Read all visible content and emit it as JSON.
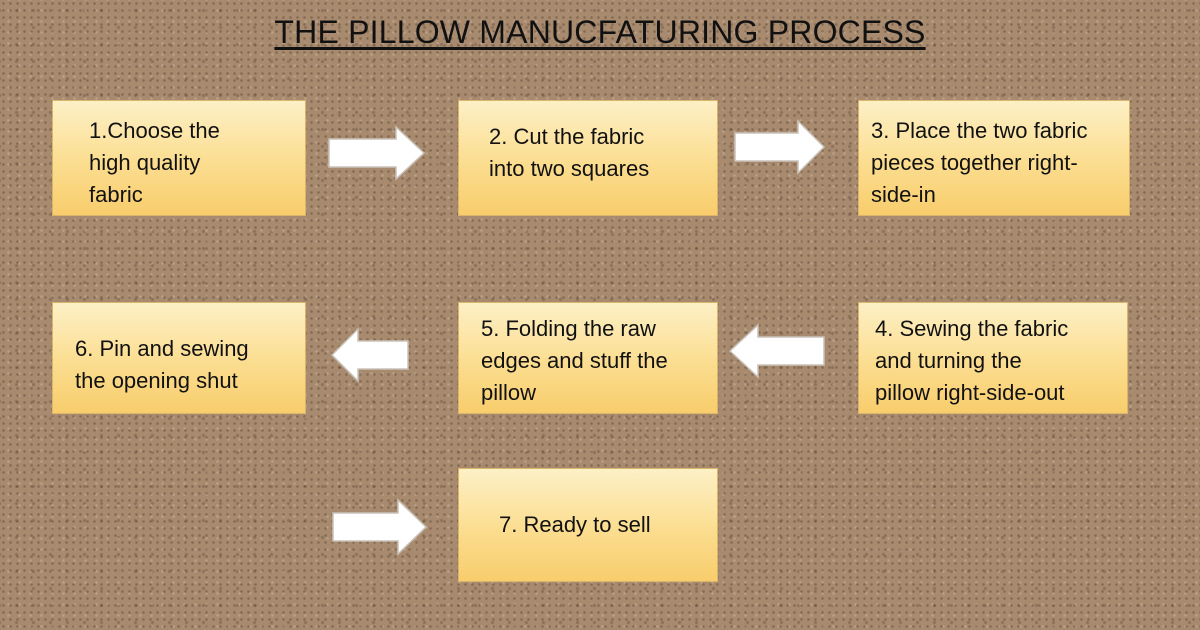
{
  "title": "THE PILLOW MANUCFATURING PROCESS",
  "steps": [
    {
      "lines": [
        "1.Choose the",
        "high quality",
        "fabric"
      ]
    },
    {
      "lines": [
        "2. Cut the fabric",
        "into two squares"
      ]
    },
    {
      "lines": [
        "3. Place the two fabric",
        "pieces together right-",
        "side-in"
      ]
    },
    {
      "lines": [
        "4. Sewing the fabric",
        "and turning the",
        "pillow right-side-out"
      ]
    },
    {
      "lines": [
        "5. Folding the raw",
        "edges and stuff the",
        "pillow"
      ]
    },
    {
      "lines": [
        "6. Pin and sewing",
        "the opening shut"
      ]
    },
    {
      "lines": [
        "7. Ready to sell"
      ]
    }
  ],
  "arrows": [
    {
      "direction": "right",
      "from": 1,
      "to": 2
    },
    {
      "direction": "right",
      "from": 2,
      "to": 3
    },
    {
      "direction": "left",
      "from": 4,
      "to": 5
    },
    {
      "direction": "left",
      "from": 5,
      "to": 6
    },
    {
      "direction": "right",
      "from": 6,
      "to": 7
    }
  ],
  "colors": {
    "background": "#a88a6f",
    "box_fill": "#fbdd8f",
    "box_border": "#d9b46a",
    "arrow_fill": "#ffffff",
    "arrow_stroke": "#c9c2b8",
    "text": "#111111"
  }
}
